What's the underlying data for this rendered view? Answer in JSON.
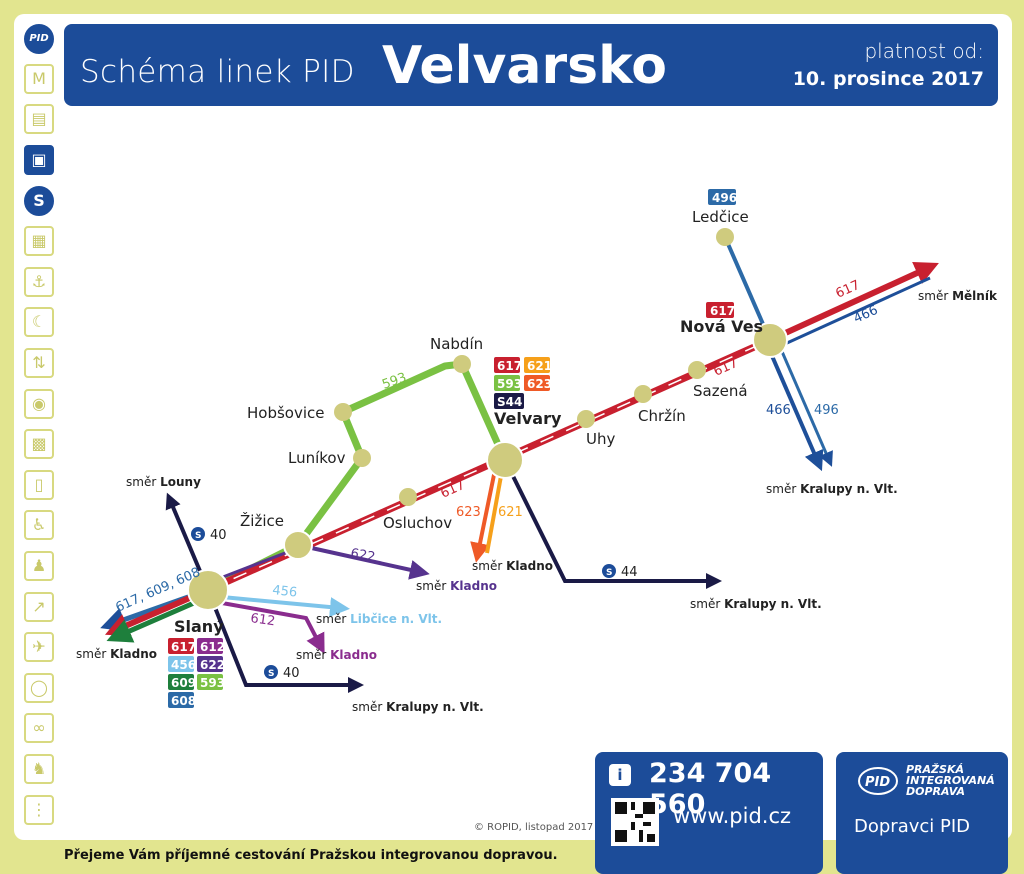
{
  "header": {
    "title_prefix": "Schéma linek PID",
    "title_main": "Velvarsko",
    "validity_label": "platnost od:",
    "validity_date": "10. prosince 2017"
  },
  "icons": [
    "pid-logo-icon",
    "metro-icon",
    "tram-icon",
    "bus-icon",
    "train-icon",
    "funicular-icon",
    "ferry-icon",
    "night-icon",
    "school-icon",
    "toilet-icon",
    "ticket-icon",
    "ticket-machine-icon",
    "wheelchair-icon",
    "family-icon",
    "escalator-icon",
    "airport-icon",
    "stroller-icon",
    "bicycle-icon",
    "dog-icon",
    "footprints-icon"
  ],
  "colors": {
    "line617": "#c8202f",
    "line612": "#5d2c86",
    "line456": "#7dc4ea",
    "line622": "#56338e",
    "line609": "#1e7f3c",
    "line593": "#7ac143",
    "line608": "#2c6aa7",
    "line621": "#f6a01a",
    "line623": "#ef5a27",
    "lineS44": "#1a1a46",
    "line496": "#2c6aa7",
    "line466": "#1e4f99",
    "stop": "#cfcb7e",
    "brand": "#1c4c99"
  },
  "stops": {
    "ledcice": "Ledčice",
    "nova_ves": "Nová Ves",
    "sazena": "Sazená",
    "chrzin": "Chržín",
    "uhy": "Uhy",
    "velvary": "Velvary",
    "nabdin": "Nabdín",
    "hobsovice": "Hobšovice",
    "lunikov": "Luníkov",
    "osluchov": "Osluchov",
    "zizice": "Žižice",
    "slany": "Slaný"
  },
  "directions": {
    "smer": "směr",
    "melnik": "Mělník",
    "louny": "Louny",
    "kladno": "Kladno",
    "kralupy": "Kralupy n. Vlt.",
    "libcice": "Libčice n. Vlt."
  },
  "line_labels": {
    "l617": "617",
    "l466": "466",
    "l496": "496",
    "l593": "593",
    "l622": "622",
    "l456": "456",
    "l612": "612",
    "l623": "623",
    "l621": "621",
    "slany_west": "617, 609, 608",
    "s40": "40",
    "s44": "44"
  },
  "badges": {
    "ledcice": [
      "496"
    ],
    "nova_ves": [
      "617"
    ],
    "velvary": [
      "617",
      "621",
      "593",
      "623",
      "S44"
    ],
    "slany": [
      "617",
      "612",
      "456",
      "622",
      "609",
      "593",
      "608"
    ]
  },
  "info": {
    "phone": "234 704 560",
    "web": "www.pid.cz",
    "brand_line1": "PRAŽSKÁ",
    "brand_line2": "INTEGROVANÁ",
    "brand_line3": "DOPRAVA",
    "carriers": "Dopravci PID"
  },
  "footer": {
    "wish": "Přejeme Vám příjemné cestování Pražskou integrovanou dopravou.",
    "copyright": "© ROPID, listopad 2017"
  }
}
